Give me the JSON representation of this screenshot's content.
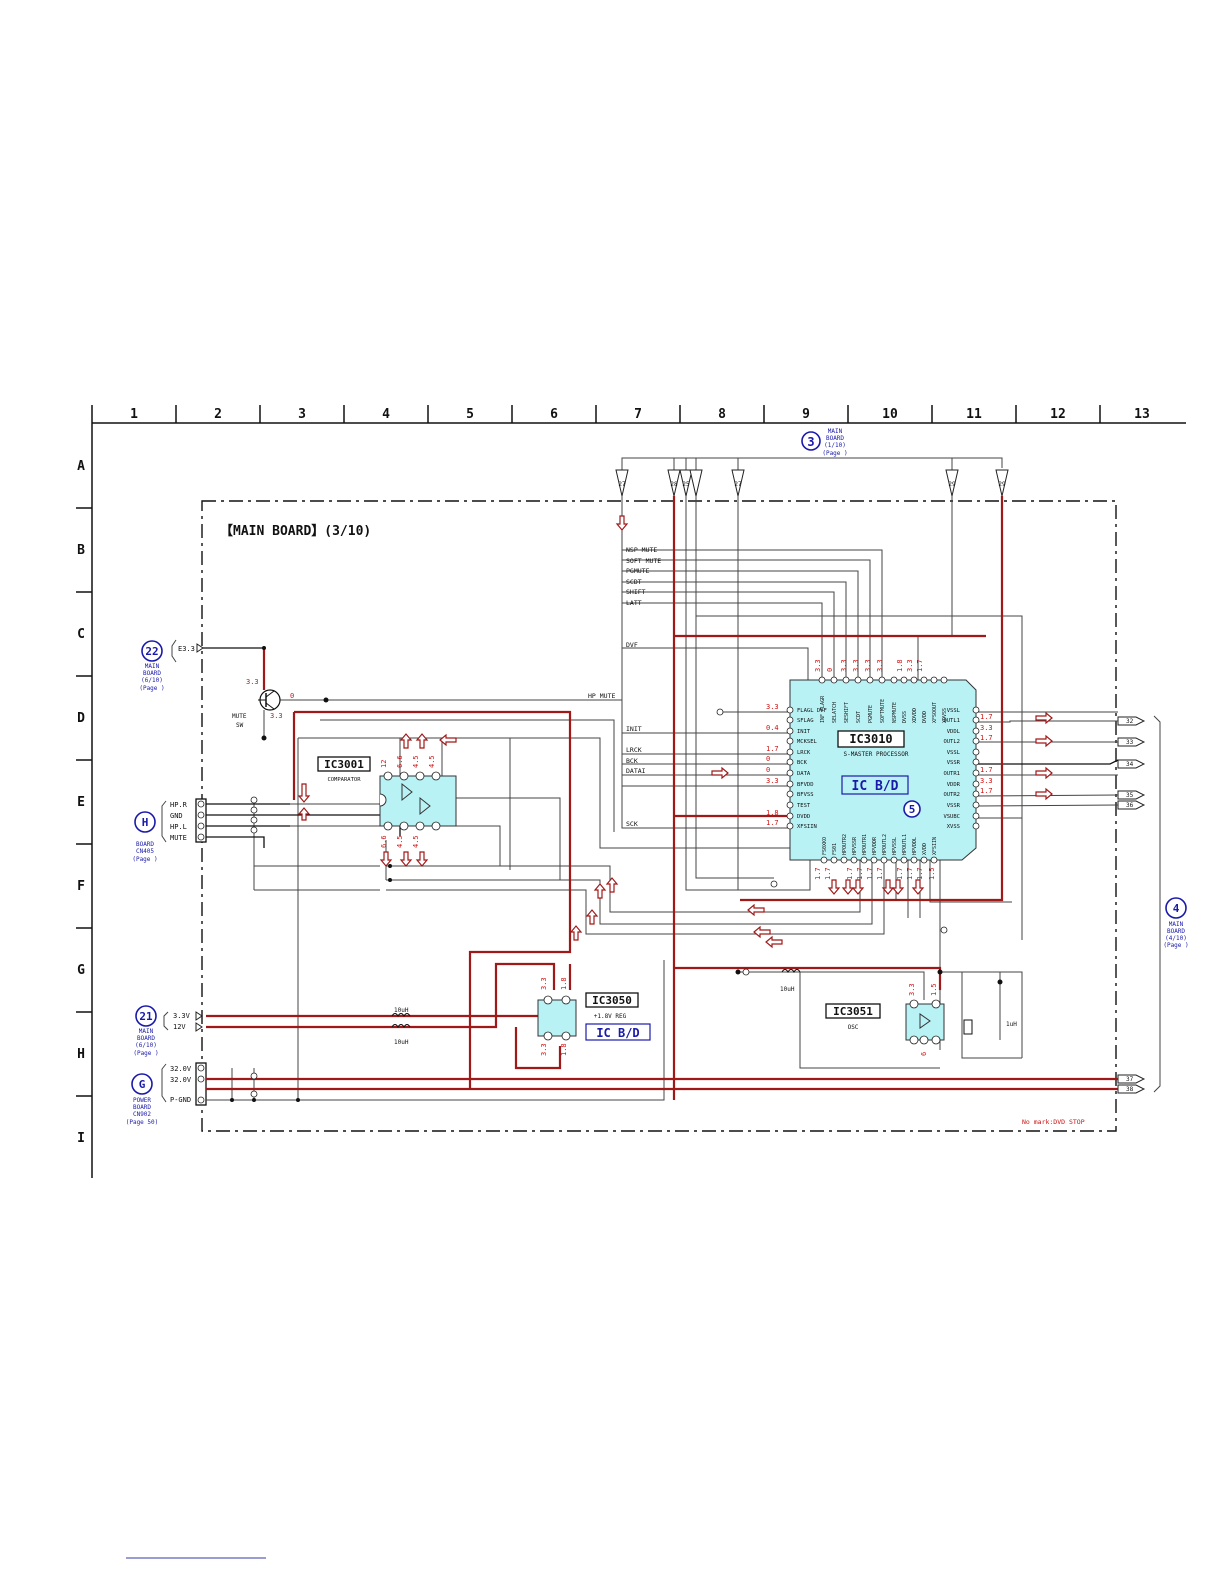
{
  "grid": {
    "columns": [
      "1",
      "2",
      "3",
      "4",
      "5",
      "6",
      "7",
      "8",
      "9",
      "10",
      "11",
      "12",
      "13"
    ],
    "rows": [
      "A",
      "B",
      "C",
      "D",
      "E",
      "F",
      "G",
      "H",
      "I"
    ]
  },
  "board_title": "【MAIN BOARD】(3/10)",
  "refs": {
    "r3": {
      "num": "3",
      "lines": [
        "MAIN",
        "BOARD",
        "(1/10)",
        "(Page   )"
      ]
    },
    "r22": {
      "num": "22",
      "lines": [
        "MAIN",
        "BOARD",
        "(6/10)",
        "(Page   )"
      ]
    },
    "rH": {
      "num": "H",
      "lines": [
        "BOARD",
        "CN405",
        "(Page   )"
      ]
    },
    "r21": {
      "num": "21",
      "lines": [
        "MAIN",
        "BOARD",
        "(6/10)",
        "(Page   )"
      ]
    },
    "rG": {
      "num": "G",
      "lines": [
        "POWER",
        "BOARD",
        "CN902",
        "(Page 50)"
      ]
    },
    "r4": {
      "num": "4",
      "lines": [
        "MAIN",
        "BOARD",
        "(4/10)",
        "(Page   )"
      ]
    },
    "r5": {
      "num": "5"
    }
  },
  "ics": {
    "ic3010": {
      "name": "IC3010",
      "desc": "S-MASTER PROCESSOR",
      "tag": "IC B/D"
    },
    "ic3001": {
      "name": "IC3001",
      "desc": "COMPARATOR"
    },
    "ic3050": {
      "name": "IC3050",
      "desc": "+1.8V REG",
      "tag": "IC B/D"
    },
    "ic3051": {
      "name": "IC3051",
      "desc": "OSC"
    }
  },
  "ic3010_pins": {
    "left": [
      "FLAGL DVF",
      "SFLAG",
      "INIT",
      "MCKSEL",
      "LRCK",
      "BCK",
      "DATA",
      "BFVDD",
      "BFVSS",
      "TEST",
      "DVDD",
      "XFSIIN"
    ],
    "right": [
      "VSSL",
      "OUTL1",
      "VDDL",
      "OUTL2",
      "VSSL",
      "VSSR",
      "OUTR1",
      "VDDR",
      "OUTR2",
      "VSSR",
      "VSUBC",
      "XVSS"
    ],
    "top": [
      "INF FLAGR",
      "SELATCH",
      "SESHIFT",
      "SCDT",
      "PGMUTE",
      "SOFTMUTE",
      "NSPMUTE",
      "DVSS",
      "XDVDD",
      "DVDD",
      "XFSOOUT",
      "XDVSS"
    ],
    "bottom": [
      "FS0XKO",
      "FS01",
      "HPOUTR2",
      "HPVSSR",
      "HPOUTR1",
      "HPVDDR",
      "HPOUTL2",
      "HPVSSL",
      "HPOUTL1",
      "HPVDDL",
      "XVDD",
      "XFSIIN"
    ]
  },
  "signals": {
    "nsp_mute": "NSP MUTE",
    "soft_mute": "SOFT MUTE",
    "pgmute": "PGMUTE",
    "scdt": "SCDT",
    "shift": "SHIFT",
    "latt": "LATT",
    "dvf": "DVF",
    "hp_mute": "HP MUTE",
    "init": "INIT",
    "lrck": "LRCK",
    "bck": "BCK",
    "datai": "DATAI",
    "sck": "SCK"
  },
  "connectors": {
    "hp": [
      "HP.R",
      "GND",
      "HP.L",
      "MUTE"
    ],
    "pwr_in": [
      "3.3V",
      "12V"
    ],
    "pwr_g": [
      "32.0V",
      "32.0V",
      "P-GND"
    ],
    "e33": "E3.3"
  },
  "transistor": {
    "label1": "MUTE",
    "label2": "SW"
  },
  "inductor": [
    "10uH",
    "10uH",
    "10uH"
  ],
  "crystal": "1uH",
  "footnote": "No mark:DVD STOP",
  "voltages": {
    "q_b": "3.3",
    "q_c": "0",
    "q_e": "3.3",
    "ic3010_left": [
      "3.3",
      "0.4",
      "1.7",
      "0",
      "0",
      "3.3",
      "1.8",
      "1.7"
    ],
    "ic3010_right": [
      "1.7",
      "3.3",
      "1.7",
      "1.7",
      "3.3",
      "1.7"
    ],
    "ic3010_top": [
      "3.3",
      "0",
      "3.3",
      "3.3",
      "3.3",
      "3.3",
      "1.8",
      "3.3",
      "1.7"
    ],
    "ic3010_bottom": [
      "1.7",
      "1.7",
      "1.7",
      "1.7",
      "1.7",
      "1.7",
      "1.7",
      "1.7",
      "1.7",
      "1.5"
    ],
    "ic3001_top": [
      "12",
      "6.6",
      "4.5",
      "4.5"
    ],
    "ic3001_bot": [
      "6.6",
      "4.5",
      "4.5"
    ],
    "ic3050": [
      "3.3",
      "1.8",
      "3.3",
      "1.8"
    ],
    "ic3051": [
      "3.3",
      "1.5",
      "6"
    ]
  },
  "connector_pins": {
    "top": [
      "27",
      "28",
      "25",
      "27",
      "29",
      "29"
    ],
    "right_out": [
      "32",
      "33",
      "34",
      "35",
      "36"
    ],
    "right_pwr": [
      "37",
      "38"
    ]
  }
}
